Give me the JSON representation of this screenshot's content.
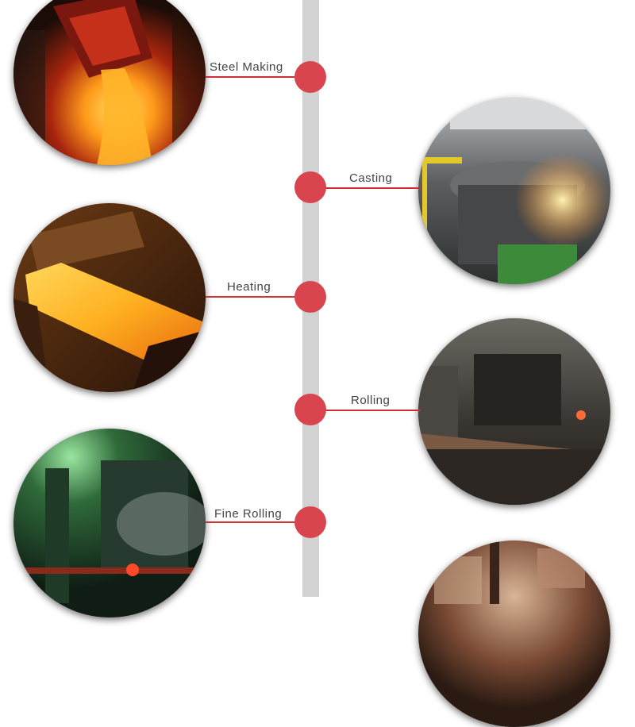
{
  "timeline": {
    "stages": [
      {
        "label": "Steel Making",
        "side": "left",
        "photo": "molten-steel-pouring"
      },
      {
        "label": "Casting",
        "side": "right",
        "photo": "electric-arc-furnace"
      },
      {
        "label": "Heating",
        "side": "left",
        "photo": "heated-steel-slab"
      },
      {
        "label": "Rolling",
        "side": "right",
        "photo": "rolling-mill"
      },
      {
        "label": "Fine Rolling",
        "side": "left",
        "photo": "finishing-mill"
      },
      {
        "label": "",
        "side": "right",
        "photo": "mill-interior"
      }
    ]
  },
  "colors": {
    "accent": "#d9454f",
    "line": "#d12f36",
    "bar": "#d2d2d2",
    "label": "#444444"
  }
}
